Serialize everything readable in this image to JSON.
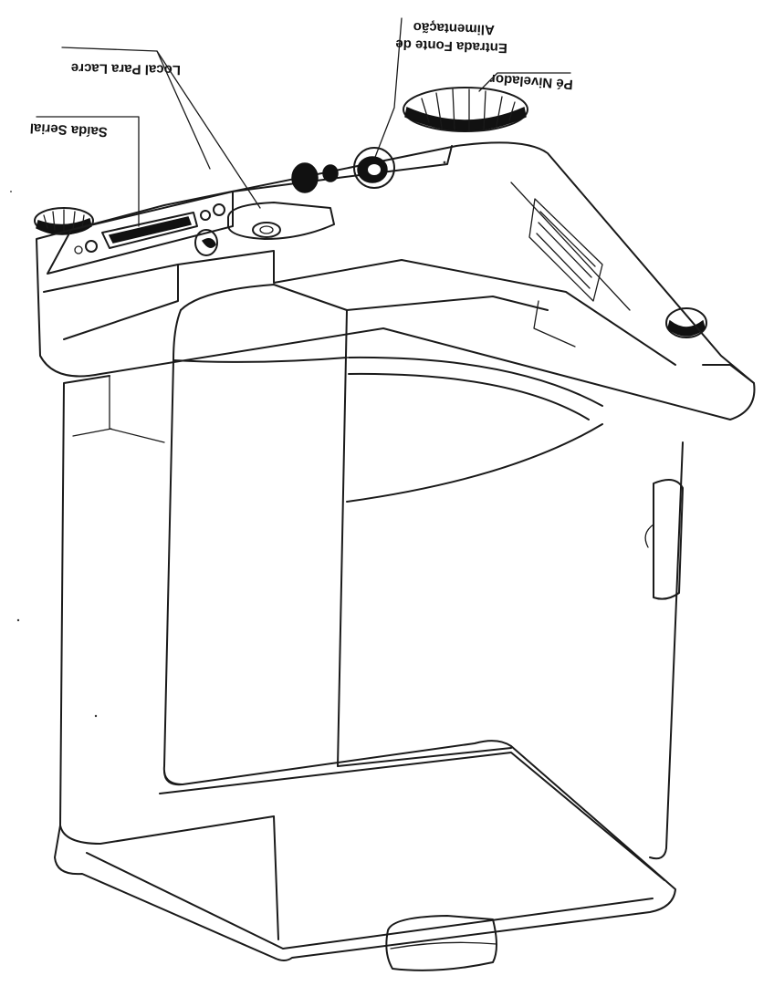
{
  "diagram": {
    "labels": {
      "signal_output": "Saída Serial",
      "seal_location": "Local Para Lacre",
      "power_input_line1": "Entrada Fonte de",
      "power_input_line2": "Alimentação",
      "leveling_foot": "Pé Nivelador"
    }
  }
}
